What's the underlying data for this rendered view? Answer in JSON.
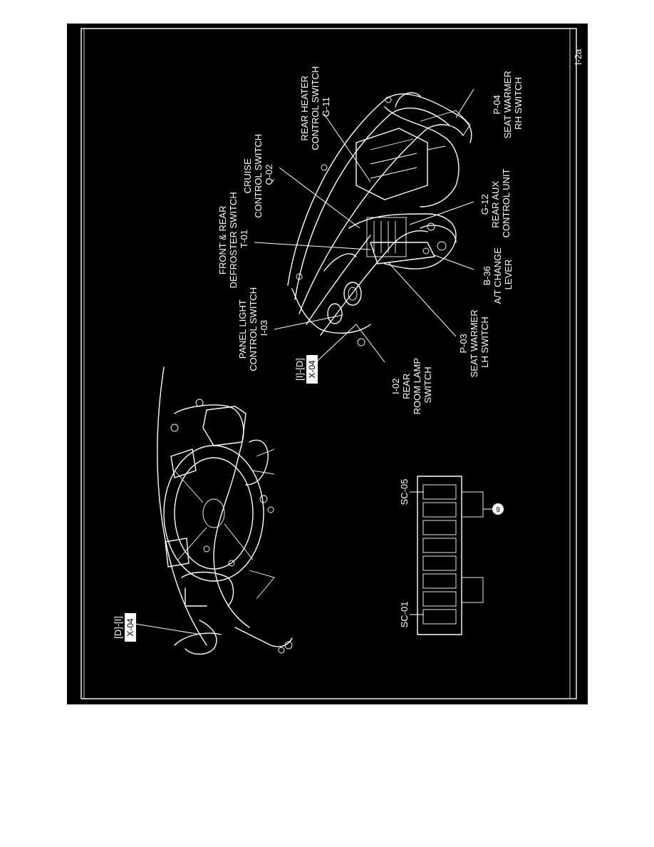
{
  "page_ref": "I-2a",
  "colors": {
    "background": "#000000",
    "ink": "#ffffff",
    "page": "#ffffff"
  },
  "labels": {
    "rear_heater": [
      "REAR HEATER",
      "CONTROL SWITCH",
      "G-11"
    ],
    "seat_warmer_rh": [
      "P-04",
      "SEAT WARMER",
      "RH SWITCH"
    ],
    "cruise": [
      "CRUISE",
      "CONTROL SWITCH",
      "Q-02"
    ],
    "defroster": [
      "FRONT & REAR",
      "DEFROSTER SWITCH",
      "T-01"
    ],
    "rear_aux": [
      "G-12",
      "REAR AUX",
      "CONTROL UNIT"
    ],
    "panel_light": [
      "PANEL LIGHT",
      "CONTROL SWITCH",
      "I-03"
    ],
    "at_lever": [
      "B-36",
      "A/T CHANGE",
      "LEVER"
    ],
    "seat_warmer_lh": [
      "P-03",
      "SEAT WARMER",
      "LH SWITCH"
    ],
    "rear_room_lamp": [
      "I-02",
      "REAR",
      "ROOM LAMP",
      "SWITCH"
    ],
    "connector_id_right": "[I]-[D]",
    "connector_id_right_box": "X-04",
    "connector_id_left": "[D]-[I]",
    "connector_id_left_box": "X-04",
    "sc_05": "SC-05",
    "sc_01": "SC-01",
    "circle_number": "9"
  }
}
